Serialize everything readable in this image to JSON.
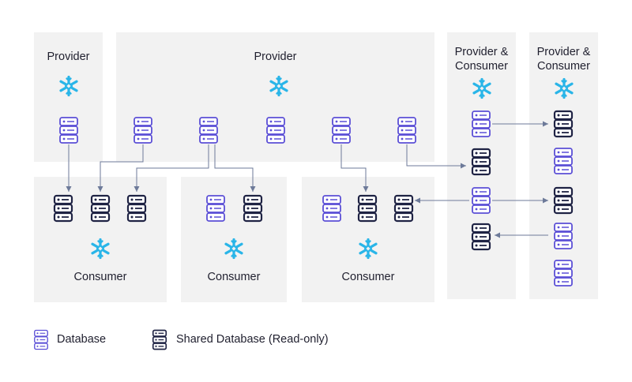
{
  "panels": {
    "provider_1": "Provider",
    "provider_2": "Provider",
    "provider_consumer_1": "Provider & Consumer",
    "provider_consumer_2": "Provider & Consumer",
    "consumer_1": "Consumer",
    "consumer_2": "Consumer",
    "consumer_3": "Consumer"
  },
  "legend": {
    "database": "Database",
    "shared_database": "Shared Database (Read-only)"
  },
  "colors": {
    "panel_bg": "#f2f2f2",
    "database": "#5b4fd6",
    "shared_database": "#1f2344",
    "snowflake": "#29b5e8",
    "connector": "#6d7a99"
  },
  "icons": {
    "database": "database-icon",
    "shared_database": "shared-database-icon",
    "snowflake": "snowflake-icon"
  }
}
